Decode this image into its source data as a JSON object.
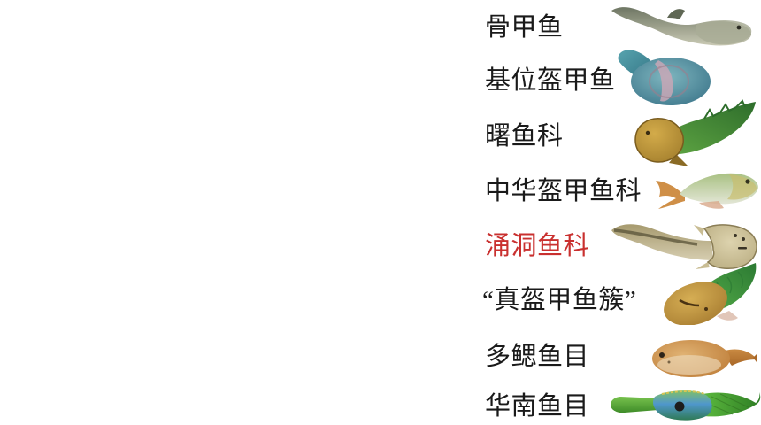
{
  "diagram": {
    "type": "phylogenetic-cladogram",
    "description": "Rectangular cladogram of jawless armored fishes (galeaspids and relatives), eight terminal taxa each with a life-restoration fish illustration",
    "newick": "(骨甲鱼,(基位盔甲鱼,((曙鱼科,(中华盔甲鱼科,(涌洞鱼科,“真盔甲鱼簇”))),(多鳃鱼目,华南鱼目))));"
  },
  "colors": {
    "background": "#ffffff",
    "branch_black": "#1c1c1c",
    "branch_orange": "#efba78",
    "branch_purple": "#a672aa",
    "branch_green": "#3f9a55",
    "branch_blue": "#4f60a8",
    "label_default": "#1a1a1a",
    "label_highlight": "#c9302f"
  },
  "taxa": [
    {
      "label": "骨甲鱼",
      "label_color": "default",
      "branch_color": "black",
      "fish_icon": "osteostracan-fish"
    },
    {
      "label": "基位盔甲鱼",
      "label_color": "default",
      "branch_color": "orange",
      "fish_icon": "basal-galeaspid-fish"
    },
    {
      "label": "曙鱼科",
      "label_color": "default",
      "branch_color": "purple",
      "fish_icon": "shuyu-fish"
    },
    {
      "label": "中华盔甲鱼科",
      "label_color": "default",
      "branch_color": "purple",
      "fish_icon": "sinogaleaspid-fish"
    },
    {
      "label": "涌洞鱼科",
      "label_color": "highlight",
      "branch_color": "purple",
      "fish_icon": "yongdongaspid-fish"
    },
    {
      "label": "“真盔甲鱼簇”",
      "label_color": "default",
      "branch_color": "purple",
      "fish_icon": "eugaleaspid-fish"
    },
    {
      "label": "多鳃鱼目",
      "label_color": "default",
      "branch_color": "green",
      "fish_icon": "polybranchiaspid-fish"
    },
    {
      "label": "华南鱼目",
      "label_color": "default",
      "branch_color": "blue",
      "fish_icon": "huananaspid-fish"
    }
  ]
}
